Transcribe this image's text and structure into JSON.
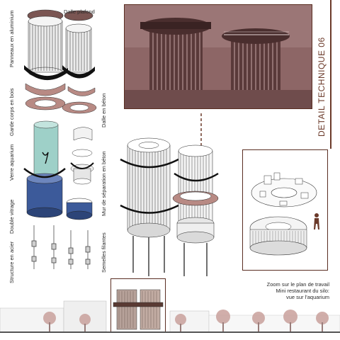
{
  "title": "DETAIL TECHNIQUE 06",
  "labels": {
    "dalle_plafond": "Dalle plafond",
    "panneaux_aluminium": "Panneaux en aluminium",
    "garde_corps_bois": "Garde corps en bois",
    "dalle_beton": "Dalle en béton",
    "verre_aquarium": "Verre aquarium",
    "double_vitrage": "Double vitrage",
    "structure_acier": "Structure en acier",
    "mur_separation_beton": "Mur de séparation en béton",
    "semelles_filantes": "Semelles filantes"
  },
  "zoom_caption": {
    "line1": "Zoom sur le plan de travail",
    "line2": "Mini restaurant du silo:",
    "line3": "vue sur l'aquarium"
  },
  "colors": {
    "accent": "#6b3a2a",
    "photo_tint": "#8a6262",
    "aquarium": "#9ed0c8",
    "blue_glass": "#3c5a9a",
    "slab": "#b88a84"
  },
  "icons": [
    "silo-exploded-diagram",
    "silo-axonometric",
    "photo-silo-tint",
    "restaurant-plan-icon",
    "site-elevation"
  ]
}
